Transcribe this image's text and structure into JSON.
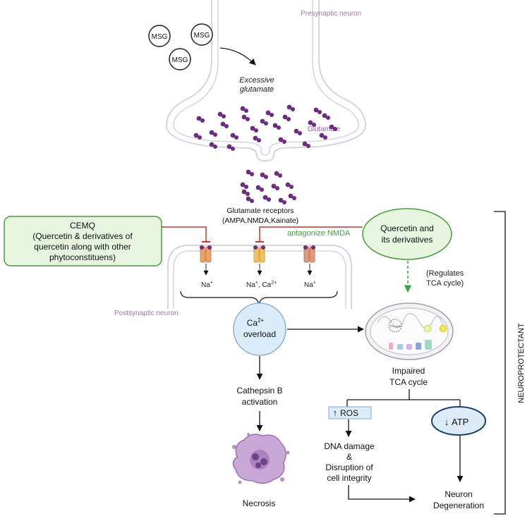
{
  "presynaptic_label": "Presynaptic neuron",
  "postsynaptic_label": "Postsynaptic neuron",
  "msg_label": "MSG",
  "excessive_glutamate": {
    "line1": "Excessive",
    "line2": "glutamate"
  },
  "glutamate_label": "Glutamate",
  "receptors": {
    "line1": "Glutamate receptors",
    "line2": "(AMPA,NMDA,Kainate)"
  },
  "cemq": {
    "line1": "CEMQ",
    "line2": "(Quercetin & derivatives of",
    "line3": "quercetin along with other",
    "line4": "phytoconstituens)"
  },
  "quercetin": {
    "line1": "Quercetin and",
    "line2": "its derivatives"
  },
  "antagonize": "antagonize NMDA",
  "regulates": {
    "line1": "(Regulates",
    "line2": "TCA cycle)"
  },
  "ions": {
    "left": {
      "base": "Na",
      "sup": "+"
    },
    "middle": {
      "na": "Na",
      "na_sup": "+",
      "sep": ", Ca",
      "ca_sup": "2+"
    },
    "right": {
      "base": "Na",
      "sup": "+"
    }
  },
  "ca_overload": {
    "base": "Ca",
    "sup": "2+",
    "line2": "overload"
  },
  "impaired_tca": {
    "line1": "Impaired",
    "line2": "TCA cycle"
  },
  "mito_inner_label": "TCA cycle",
  "cathepsin": {
    "line1": "Cathepsin B",
    "line2": "activation"
  },
  "necrosis": "Necrosis",
  "ros": {
    "arrow": "↑",
    "label": "ROS"
  },
  "atp": {
    "arrow": "↓",
    "label": "ATP"
  },
  "dna_damage": {
    "line1": "DNA damage",
    "line2": "&",
    "line3": "Disruption of",
    "line4": "cell integrity"
  },
  "degeneration": {
    "line1": "Neuron",
    "line2": "Degeneration"
  },
  "neuroprotectant": "NEUROPROTECTANT",
  "colors": {
    "glutamate": "#6b2d7f",
    "green_fill": "#e6f4e0",
    "green_stroke": "#4a9a3e",
    "red_line": "#c0392b",
    "green_text": "#3aa63a",
    "label_purple": "#a07aa8",
    "ca_fill": "#dcebf8",
    "atp_fill": "#dcebf8",
    "atp_stroke": "#1b3f66",
    "necrosis": "#9c72b0"
  }
}
